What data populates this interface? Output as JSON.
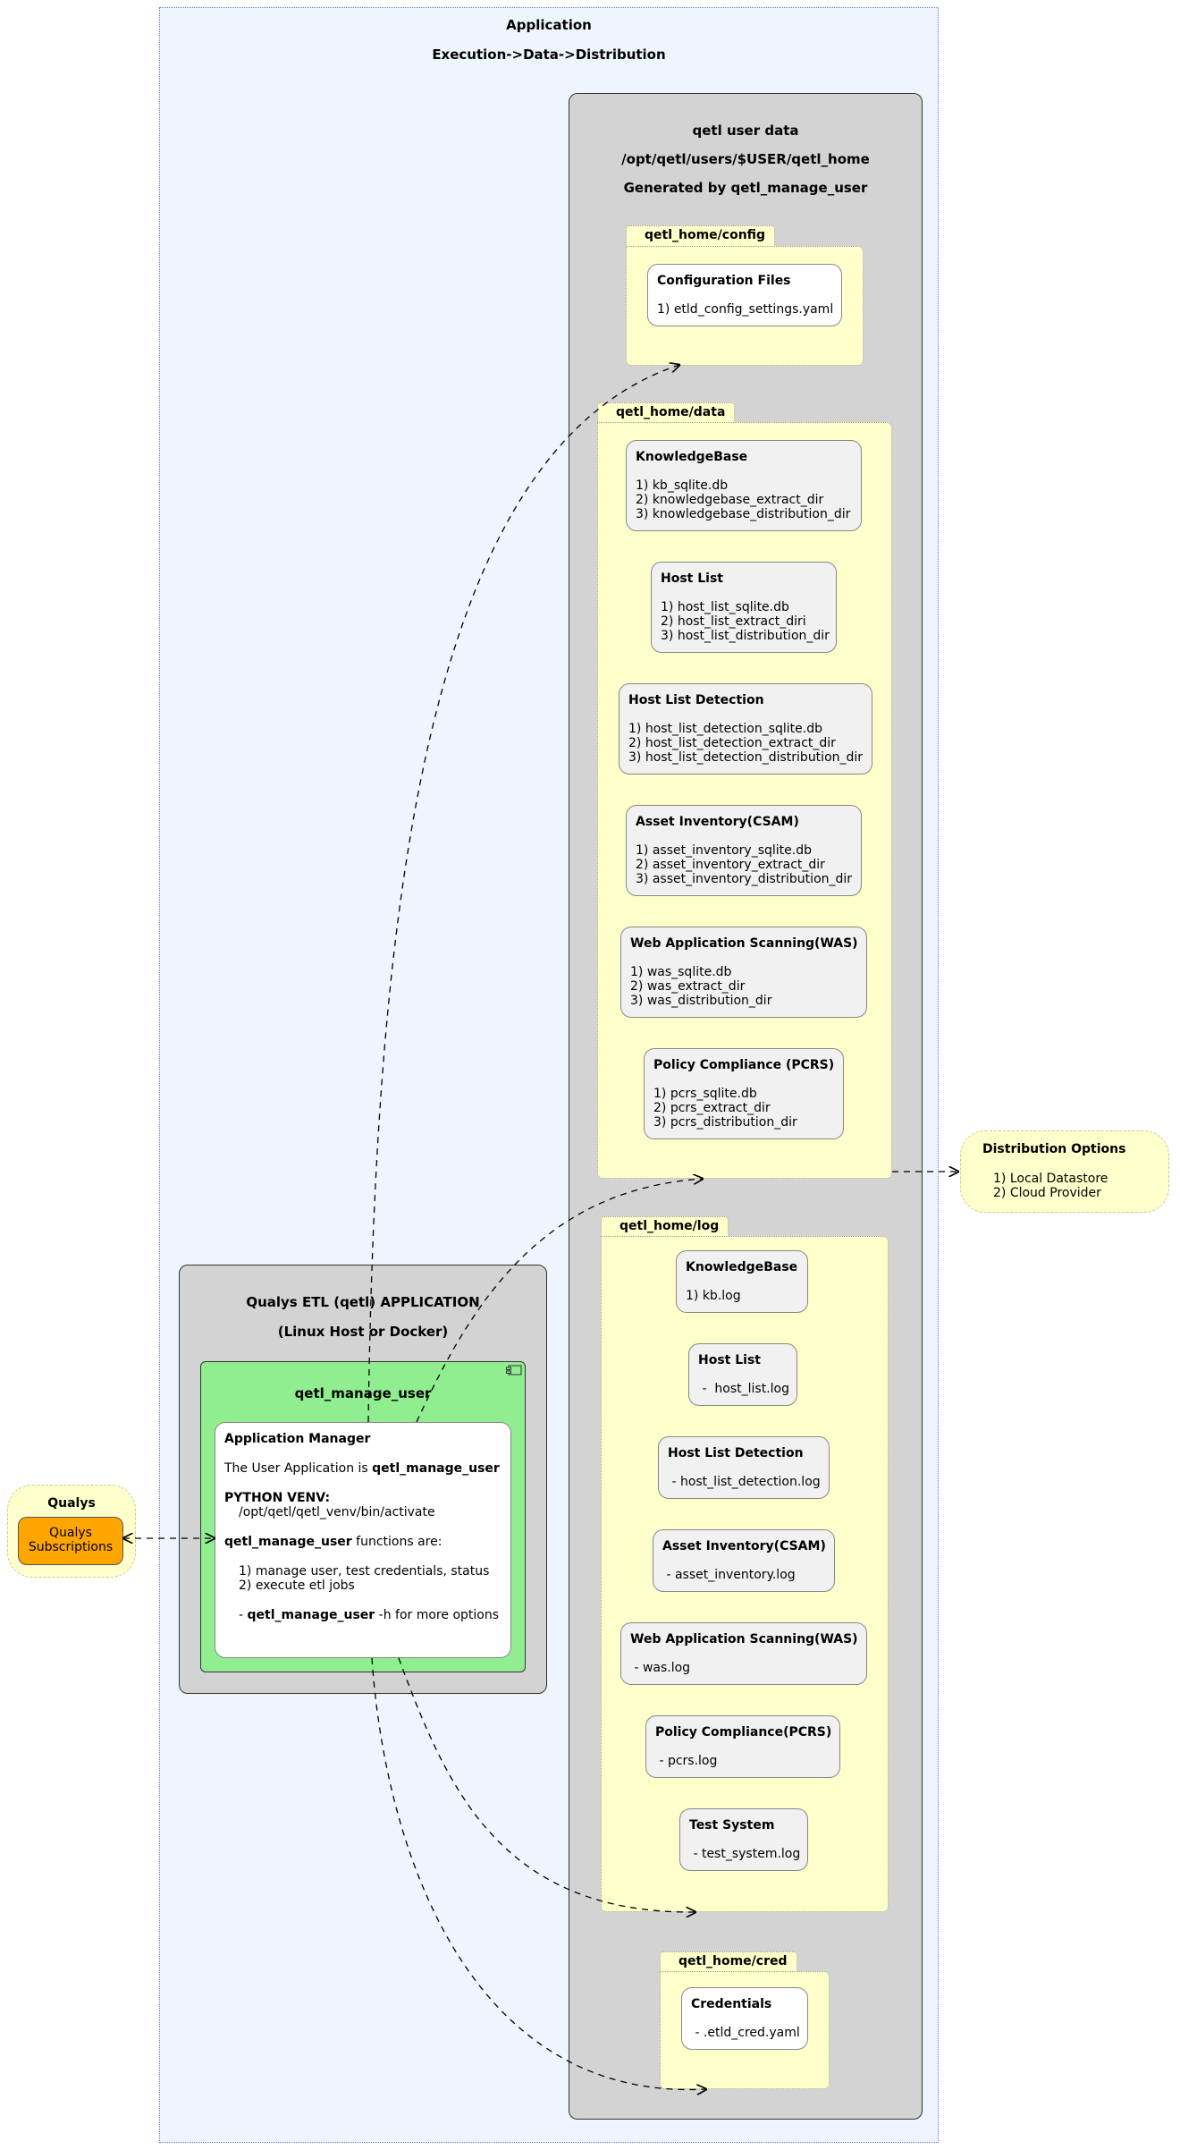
{
  "application": {
    "title": "Application",
    "subtitle": "Execution->Data->Distribution"
  },
  "user_data": {
    "title": "qetl user data",
    "path": "/opt/qetl/users/$USER/qetl_home",
    "generated": "Generated by qetl_manage_user"
  },
  "config_pkg": {
    "tab": "qetl_home/config",
    "card": {
      "title": "Configuration Files",
      "lines": [
        "1) etld_config_settings.yaml"
      ]
    }
  },
  "data_pkg": {
    "tab": "qetl_home/data",
    "cards": [
      {
        "title": "KnowledgeBase",
        "lines": [
          "1) kb_sqlite.db",
          "2) knowledgebase_extract_dir",
          "3) knowledgebase_distribution_dir"
        ]
      },
      {
        "title": "Host List",
        "lines": [
          "1) host_list_sqlite.db",
          "2) host_list_extract_diri",
          "3) host_list_distribution_dir"
        ]
      },
      {
        "title": "Host List Detection",
        "lines": [
          "1) host_list_detection_sqlite.db",
          "2) host_list_detection_extract_dir",
          "3) host_list_detection_distribution_dir"
        ]
      },
      {
        "title": "Asset Inventory(CSAM)",
        "lines": [
          "1) asset_inventory_sqlite.db",
          "2) asset_inventory_extract_dir",
          "3) asset_inventory_distribution_dir"
        ]
      },
      {
        "title": "Web Application Scanning(WAS)",
        "lines": [
          "1) was_sqlite.db",
          "2) was_extract_dir",
          "3) was_distribution_dir"
        ]
      },
      {
        "title": "Policy Compliance (PCRS)",
        "lines": [
          "1) pcrs_sqlite.db",
          "2) pcrs_extract_dir",
          "3) pcrs_distribution_dir"
        ]
      }
    ]
  },
  "log_pkg": {
    "tab": "qetl_home/log",
    "cards": [
      {
        "title": "KnowledgeBase",
        "lines": [
          "1) kb.log"
        ]
      },
      {
        "title": "Host List",
        "lines": [
          " -  host_list.log"
        ]
      },
      {
        "title": "Host List Detection",
        "lines": [
          " - host_list_detection.log"
        ]
      },
      {
        "title": "Asset Inventory(CSAM)",
        "lines": [
          " - asset_inventory.log"
        ]
      },
      {
        "title": "Web Application Scanning(WAS)",
        "lines": [
          " - was.log"
        ]
      },
      {
        "title": "Policy Compliance(PCRS)",
        "lines": [
          " - pcrs.log"
        ]
      },
      {
        "title": "Test System",
        "lines": [
          " - test_system.log"
        ]
      }
    ]
  },
  "cred_pkg": {
    "tab": "qetl_home/cred",
    "card": {
      "title": "Credentials",
      "lines": [
        " - .etld_cred.yaml"
      ]
    }
  },
  "distribution": {
    "title": "Distribution Options",
    "lines": [
      "1) Local Datastore",
      "2) Cloud Provider"
    ]
  },
  "qetl_app": {
    "title": "Qualys ETL (qetl) APPLICATION",
    "subtitle": "(Linux Host or Docker)"
  },
  "manage_user": {
    "title": "qetl_manage_user",
    "icon": "component-icon",
    "card_title": "Application Manager",
    "line1_prefix": "The User Application is ",
    "line1_bold": "qetl_manage_user",
    "venv_label": "PYTHON VENV:",
    "venv_path": "/opt/qetl/qetl_venv/bin/activate",
    "func_bold": "qetl_manage_user",
    "func_suffix": " functions are:",
    "func_items": [
      "1) manage user, test credentials, status",
      "2) execute etl jobs"
    ],
    "help_prefix": "- ",
    "help_bold": "qetl_manage_user",
    "help_suffix": " -h for more options"
  },
  "qualys": {
    "title": "Qualys",
    "button": "Qualys\nSubscriptions"
  },
  "colors": {
    "app_bg": "#eef5fe",
    "panel_gray": "#d3d3d3",
    "package_yellow": "#ffffcc",
    "manager_green": "#90ee90",
    "qualys_orange": "#ffa500"
  }
}
